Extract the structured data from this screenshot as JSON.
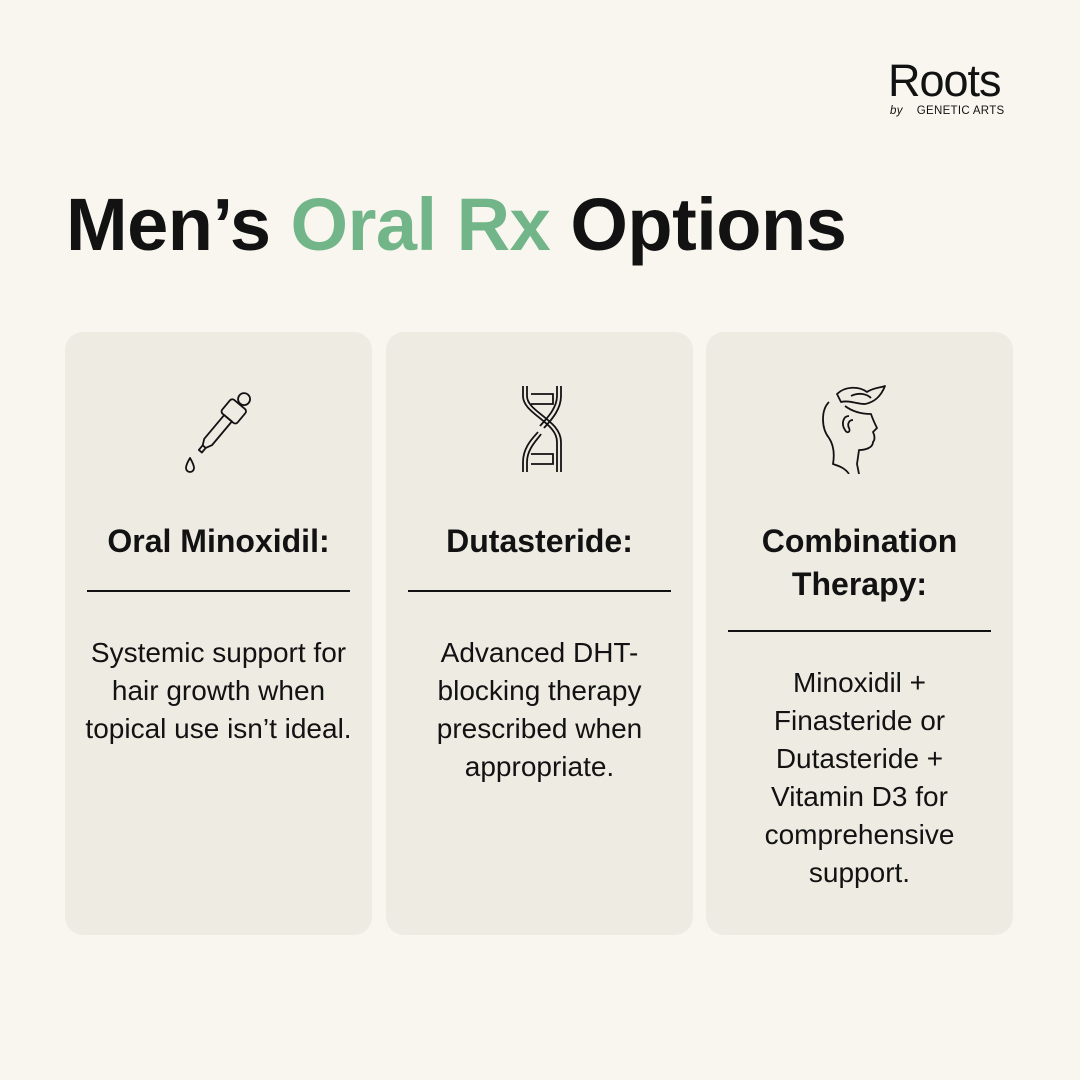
{
  "brand": {
    "name": "Roots",
    "by": "by",
    "company": "GENETIC ARTS"
  },
  "title": {
    "part1": "Men’s ",
    "accent": "Oral Rx",
    "part2": " Options"
  },
  "colors": {
    "accent": "#72b588",
    "background": "#f8f6ef",
    "card": "#eeebe3"
  },
  "cards": [
    {
      "icon": "dropper-icon",
      "heading": "Oral Minoxidil:",
      "body": "Systemic support for hair growth when topical use isn’t ideal."
    },
    {
      "icon": "dna-icon",
      "heading": "Dutasteride:",
      "body": "Advanced DHT-blocking therapy prescribed when appropriate."
    },
    {
      "icon": "head-profile-icon",
      "heading": "Combination Therapy:",
      "body": "Minoxidil + Finasteride or Dutasteride + Vitamin D3 for comprehensive support."
    }
  ]
}
